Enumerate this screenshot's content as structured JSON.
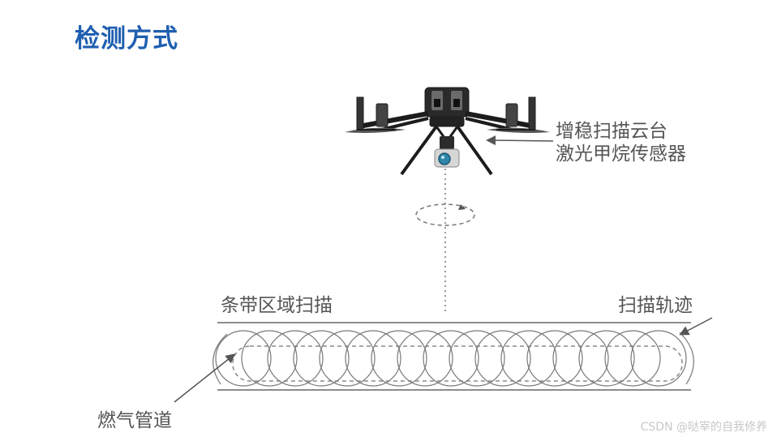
{
  "page": {
    "title": "检测方式",
    "watermark": "CSDN @哒宰的自我修养"
  },
  "labels": {
    "gimbal": "增稳扫描云台",
    "sensor": "激光甲烷传感器",
    "scan_band": "条带区域扫描",
    "scan_track": "扫描轨迹",
    "pipeline": "燃气管道"
  },
  "icons": [
    "drone-icon",
    "laser-sensor-icon",
    "rotation-arrow-icon"
  ],
  "colors": {
    "title": "#1f5fb0",
    "label": "#555555",
    "line": "#888888",
    "drone": "#1c1c1c",
    "sensor_lens": "#2f86a8"
  }
}
